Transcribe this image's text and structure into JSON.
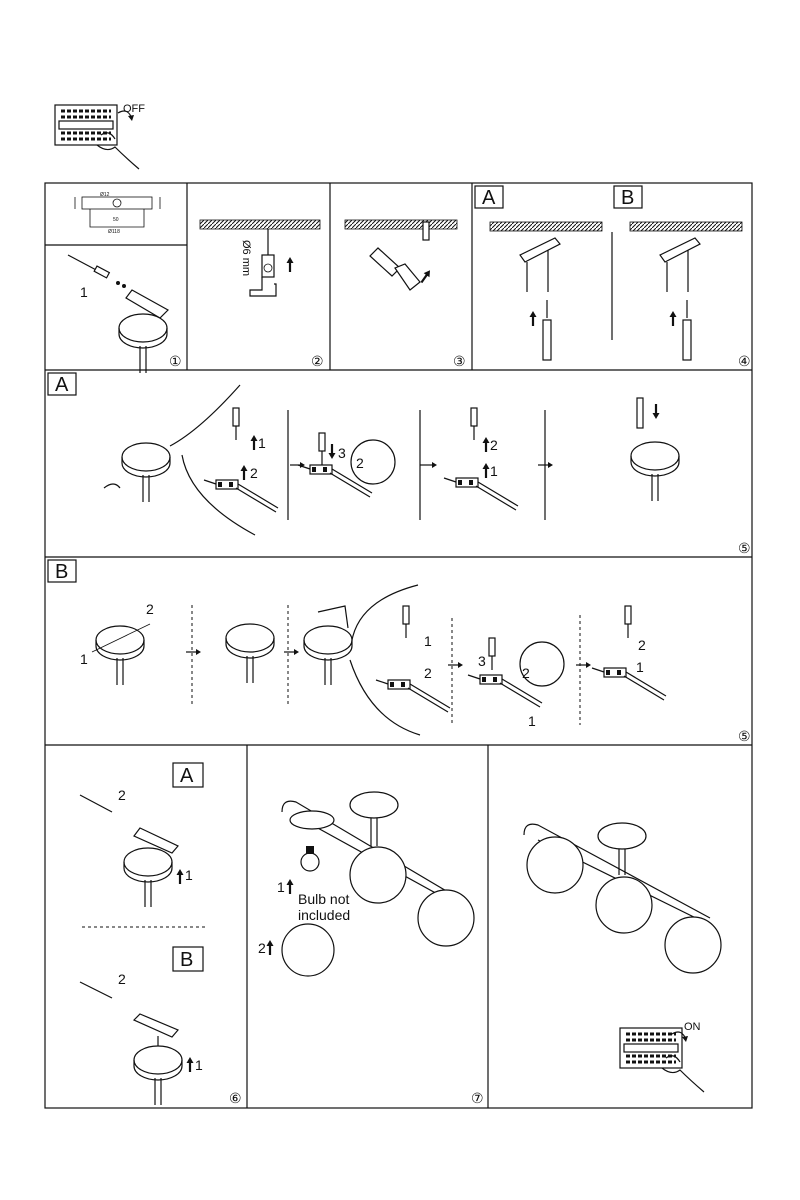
{
  "power_off": {
    "label": "OFF"
  },
  "power_on": {
    "label": "ON"
  },
  "step1": {
    "number": "①",
    "dims": [
      "Ø12",
      "50",
      "Ø118"
    ],
    "callout": "1"
  },
  "step2": {
    "number": "②",
    "drill": "Ø6 mm"
  },
  "step3": {
    "number": "③"
  },
  "step4": {
    "number": "④",
    "option_a": "A",
    "option_b": "B"
  },
  "step5a": {
    "number": "⑤",
    "option": "A",
    "callouts": [
      "1",
      "2",
      "3",
      "2",
      "2",
      "1"
    ]
  },
  "step5b": {
    "number": "⑤",
    "option": "B",
    "callouts": [
      "1",
      "2",
      "1",
      "2",
      "3",
      "2",
      "1",
      "2",
      "1"
    ]
  },
  "step6": {
    "number": "⑥",
    "option_a": "A",
    "option_b": "B",
    "callouts": [
      "2",
      "1",
      "2",
      "1"
    ]
  },
  "step7": {
    "number": "⑦",
    "bulb_note_line1": "Bulb not",
    "bulb_note_line2": "included",
    "callouts": [
      "1",
      "2"
    ]
  }
}
